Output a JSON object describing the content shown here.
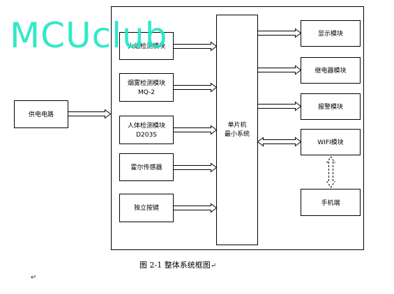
{
  "watermark": "MCUclub",
  "caption": {
    "text": "图 2-1 整体系统框图",
    "mark": "↵"
  },
  "paragraph_mark": "↵",
  "blocks": {
    "power": {
      "lines": [
        "供电电路"
      ]
    },
    "fire": {
      "lines": [
        "火焰检测模块"
      ]
    },
    "smoke": {
      "lines": [
        "烟雾检测模块",
        "MQ-2"
      ]
    },
    "human": {
      "lines": [
        "人体检测模块",
        "D203S"
      ]
    },
    "hall": {
      "lines": [
        "霍尔传感器"
      ]
    },
    "keys": {
      "lines": [
        "独立按键"
      ]
    },
    "mcu": {
      "lines": [
        "单片机",
        "最小系统"
      ]
    },
    "display": {
      "lines": [
        "显示模块"
      ]
    },
    "relay": {
      "lines": [
        "继电器模块"
      ]
    },
    "alarm": {
      "lines": [
        "报警模块"
      ]
    },
    "wifi": {
      "lines": [
        "WIFI模块"
      ]
    },
    "phone": {
      "lines": [
        "手机端"
      ]
    }
  },
  "colors": {
    "stroke": "#000000",
    "watermark": "#1ee6c2"
  }
}
